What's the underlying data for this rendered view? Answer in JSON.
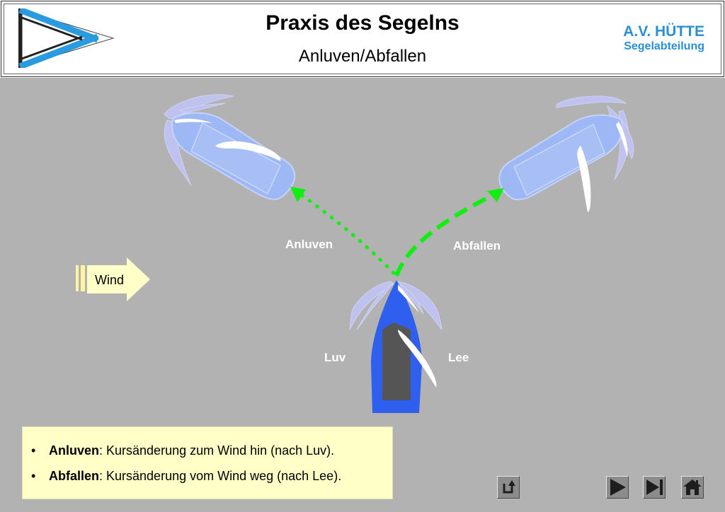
{
  "header": {
    "title": "Praxis des Segelns",
    "subtitle": "Anluven/Abfallen",
    "org_name": "A.V. HÜTTE",
    "org_division": "Segelabteilung"
  },
  "diagram": {
    "wind_label": "Wind",
    "anluven_label": "Anluven",
    "abfallen_label": "Abfallen",
    "luv_label": "Luv",
    "lee_label": "Lee"
  },
  "info": {
    "items": [
      {
        "term": "Anluven",
        "definition": ": Kursänderung zum Wind hin (nach Luv)."
      },
      {
        "term": "Abfallen",
        "definition": ": Kursänderung vom Wind weg (nach Lee)."
      }
    ]
  },
  "nav": {
    "icons": [
      "return-icon",
      "play-icon",
      "skip-end-icon",
      "home-icon"
    ]
  },
  "colors": {
    "background_gray": "#b2b2b2",
    "accent_blue": "#2b8fd6",
    "boat_blue": "#2f5fef",
    "path_green": "#11ee11",
    "info_bg": "#ffffc8"
  }
}
